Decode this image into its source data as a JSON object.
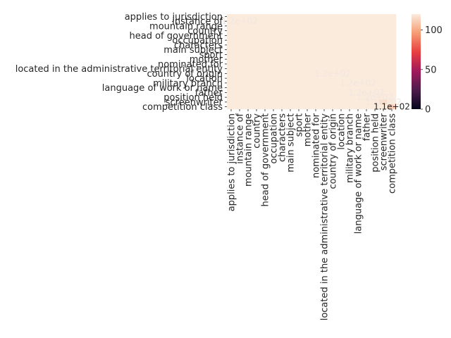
{
  "chart_data": {
    "type": "heatmap",
    "title": "",
    "xlabel": "",
    "ylabel": "",
    "rows": [
      "applies to jurisdiction",
      "instance of",
      "mountain range",
      "country",
      "head of government",
      "occupation",
      "characters",
      "main subject",
      "sport",
      "mother",
      "nominated for",
      "located in the administrative territorial entity",
      "country of origin",
      "location",
      "military branch",
      "language of work or name",
      "father",
      "position held",
      "screenwriter",
      "competition class"
    ],
    "columns": [
      "applies to jurisdiction",
      "instance of",
      "mountain range",
      "country",
      "head of government",
      "occupation",
      "characters",
      "main subject",
      "sport",
      "mother",
      "nominated for",
      "located in the administrative territorial entity",
      "country of origin",
      "location",
      "military branch",
      "language of work or name",
      "father",
      "position held",
      "screenwriter",
      "competition class"
    ],
    "diagonal_values": [
      120,
      120,
      120,
      120,
      120,
      120,
      120,
      120,
      120,
      120,
      120,
      120,
      120,
      120,
      120,
      120,
      120,
      120,
      115,
      110
    ],
    "off_diagonal_value": 120,
    "cell_annotations": [
      {
        "row": 1,
        "col": 1,
        "text": "1.2e+02"
      },
      {
        "row": 12,
        "col": 12,
        "text": "1.2e+02"
      },
      {
        "row": 14,
        "col": 15,
        "text": "1.2e+02"
      },
      {
        "row": 16,
        "col": 16,
        "text": "1.2e+02"
      },
      {
        "row": 17,
        "col": 17,
        "text": "1.2e+02"
      },
      {
        "row": 18,
        "col": 18,
        "text": "1.1e+02"
      },
      {
        "row": 19,
        "col": 19,
        "text": "1.1e+02"
      }
    ],
    "colorbar": {
      "min": 0,
      "max": 120,
      "ticks": [
        0,
        50,
        100
      ],
      "colormap": "rocket",
      "colors": [
        "#03051a",
        "#4c1d4b",
        "#a11a5b",
        "#e83f3f",
        "#f69c73",
        "#faebdd"
      ]
    },
    "grid": false,
    "legend": "colorbar-right"
  }
}
